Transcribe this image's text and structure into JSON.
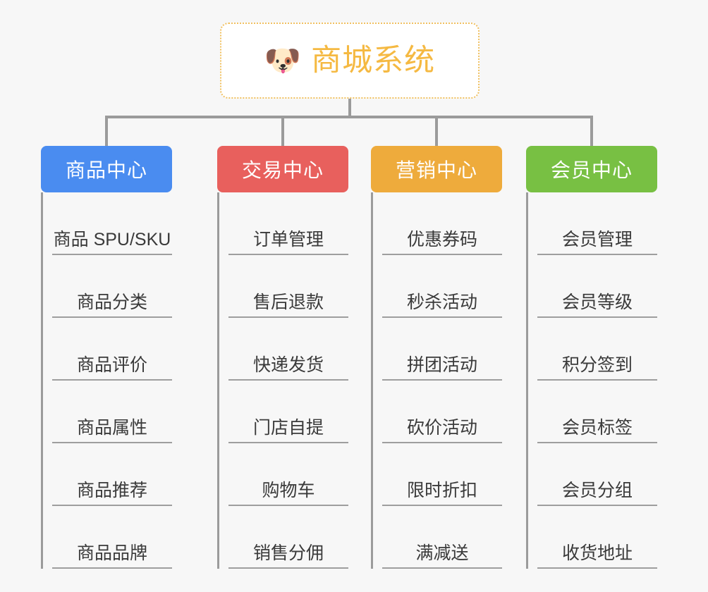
{
  "page": {
    "background_color": "#f7f7f7",
    "connector_color": "#9b9b9b",
    "type": "mindmap-org-chart"
  },
  "root": {
    "icon": "dog-face-icon",
    "icon_glyph": "🐶",
    "title": "商城系统",
    "title_color": "#f5b942",
    "border_color": "#f0c060",
    "background_color": "#ffffff"
  },
  "branches": [
    {
      "label": "商品中心",
      "color": "#4a8cf0",
      "name": "product-center",
      "items": [
        {
          "label": "商品 SPU/SKU"
        },
        {
          "label": "商品分类"
        },
        {
          "label": "商品评价"
        },
        {
          "label": "商品属性"
        },
        {
          "label": "商品推荐"
        },
        {
          "label": "商品品牌"
        }
      ]
    },
    {
      "label": "交易中心",
      "color": "#e8605d",
      "name": "trade-center",
      "items": [
        {
          "label": "订单管理"
        },
        {
          "label": "售后退款"
        },
        {
          "label": "快递发货"
        },
        {
          "label": "门店自提"
        },
        {
          "label": "购物车"
        },
        {
          "label": "销售分佣"
        }
      ]
    },
    {
      "label": "营销中心",
      "color": "#eeab3c",
      "name": "marketing-center",
      "items": [
        {
          "label": "优惠券码"
        },
        {
          "label": "秒杀活动"
        },
        {
          "label": "拼团活动"
        },
        {
          "label": "砍价活动"
        },
        {
          "label": "限时折扣"
        },
        {
          "label": "满减送"
        }
      ]
    },
    {
      "label": "会员中心",
      "color": "#78c043",
      "name": "member-center",
      "items": [
        {
          "label": "会员管理"
        },
        {
          "label": "会员等级"
        },
        {
          "label": "积分签到"
        },
        {
          "label": "会员标签"
        },
        {
          "label": "会员分组"
        },
        {
          "label": "收货地址"
        }
      ]
    }
  ]
}
